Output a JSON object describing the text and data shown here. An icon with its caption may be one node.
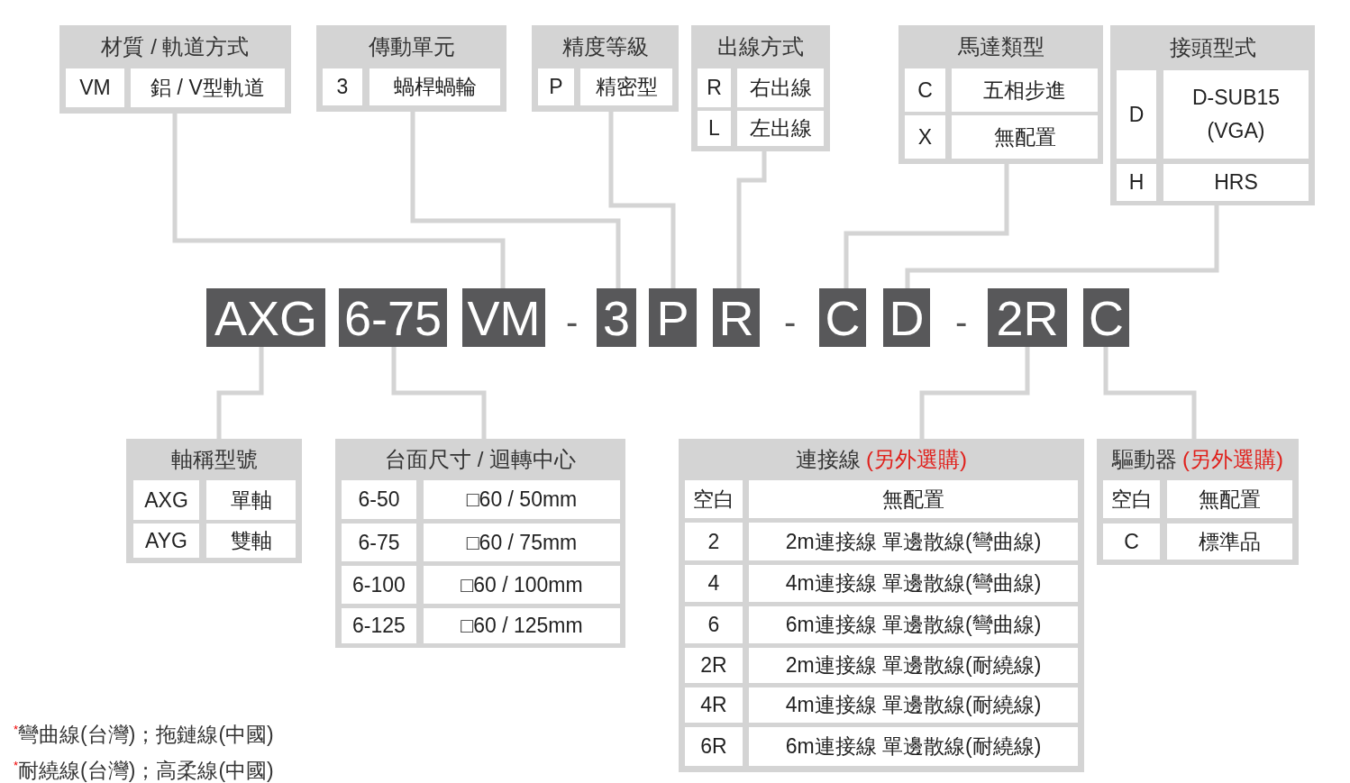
{
  "diagram": {
    "nodes": [
      {
        "text": [
          "材質 / 軌道方式",
          "VM",
          "鋁 / V型軌道"
        ]
      },
      {
        "text": [
          "傳動單元",
          "3",
          "蝸桿蝸輪"
        ]
      },
      {
        "text": [
          "精度等級",
          "P",
          "精密型"
        ]
      },
      {
        "text": [
          "出線方式",
          "R",
          "右出線",
          "L",
          "左出線"
        ]
      },
      {
        "text": [
          "馬達類型",
          "C",
          "五相步進",
          "X",
          "無配置"
        ]
      },
      {
        "text": [
          "接頭型式",
          "D",
          "D-SUB15 (VGA)",
          "H",
          "HRS"
        ]
      },
      {
        "text": [
          "AXG"
        ]
      },
      {
        "text": [
          "6-75"
        ]
      },
      {
        "text": [
          "VM"
        ]
      },
      {
        "text": [
          "3"
        ]
      },
      {
        "text": [
          "P"
        ]
      },
      {
        "text": [
          "R"
        ]
      },
      {
        "text": [
          "C"
        ]
      },
      {
        "text": [
          "D"
        ]
      },
      {
        "text": [
          "2R"
        ]
      },
      {
        "text": [
          "C"
        ]
      },
      {
        "text": [
          "軸稱型號",
          "AXG",
          "單軸",
          "AYG",
          "雙軸"
        ]
      },
      {
        "text": [
          "台面尺寸 / 迴轉中心",
          "6-50",
          "□60 / 50mm",
          "6-75",
          "□60 / 75mm",
          "6-100",
          "□60 / 100mm",
          "6-125",
          "□60 / 125mm"
        ]
      },
      {
        "text": [
          "連接線",
          "(另外選購)",
          "空白",
          "無配置",
          "2",
          "2m連接線 單邊散線(彎曲線)",
          "4",
          "4m連接線 單邊散線(彎曲線)",
          "6",
          "6m連接線 單邊散線(彎曲線)",
          "2R",
          "2m連接線 單邊散線(耐繞線)",
          "4R",
          "4m連接線 單邊散線(耐繞線)",
          "6R",
          "6m連接線 單邊散線(耐繞線)"
        ]
      },
      {
        "text": [
          "驅動器",
          "(另外選購)",
          "空白",
          "無配置",
          "C",
          "標準品"
        ]
      }
    ],
    "edges": [
      {
        "from": 0,
        "to": 8,
        "arrow": "none"
      },
      {
        "from": 1,
        "to": 9,
        "arrow": "none"
      },
      {
        "from": 2,
        "to": 10,
        "arrow": "none"
      },
      {
        "from": 3,
        "to": 11,
        "arrow": "none"
      },
      {
        "from": 4,
        "to": 12,
        "arrow": "none"
      },
      {
        "from": 5,
        "to": 13,
        "arrow": "none"
      },
      {
        "from": 6,
        "to": 16,
        "arrow": "none"
      },
      {
        "from": 7,
        "to": 17,
        "arrow": "none"
      },
      {
        "from": 14,
        "to": 18,
        "arrow": "none"
      },
      {
        "from": 15,
        "to": 19,
        "arrow": "none"
      }
    ],
    "labels": [
      "-",
      "-",
      "-",
      "$^{*}$彎曲線(台灣)；拖鏈線(中國)",
      "$^{*}$耐繞線(台灣)；高柔線(中國)"
    ]
  }
}
